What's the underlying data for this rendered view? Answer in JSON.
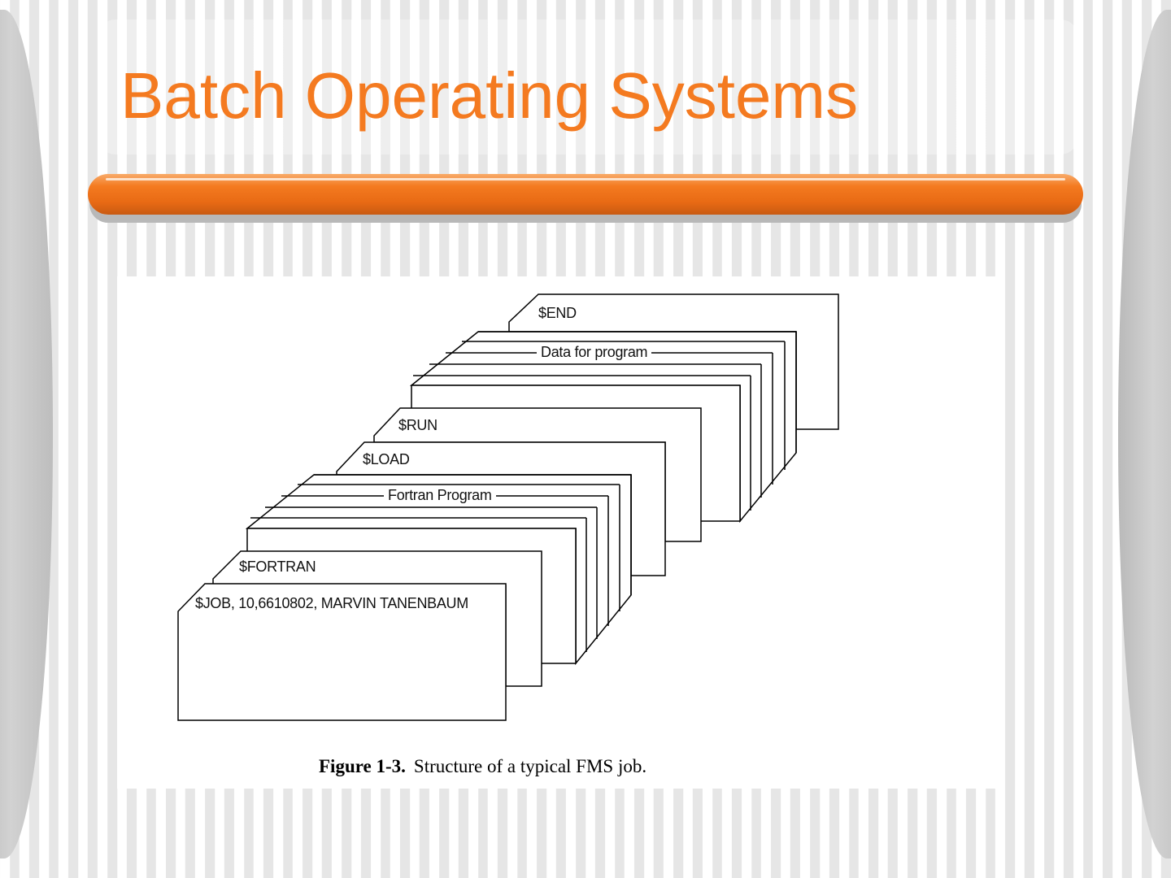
{
  "slide": {
    "title": "Batch Operating Systems",
    "accent_color": "#f47a20"
  },
  "figure": {
    "cards": {
      "end": "$END",
      "data": "Data for program",
      "run": "$RUN",
      "load": "$LOAD",
      "fortran_program": "Fortran Program",
      "fortran": "$FORTRAN",
      "job": "$JOB, 10,6610802, MARVIN TANENBAUM"
    },
    "caption_number": "Figure 1-3.",
    "caption_text": "Structure of a typical FMS job."
  }
}
